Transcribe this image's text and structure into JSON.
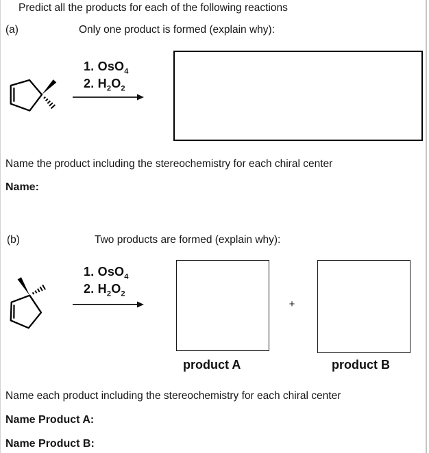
{
  "colors": {
    "ink": "#151515",
    "box_border": "#000000",
    "page_edge": "#c6c6c6",
    "background": "#ffffff"
  },
  "header": {
    "title": "Predict all the products for each of the following reactions"
  },
  "section_a": {
    "label": "(a)",
    "prompt": "Only one product is formed (explain why):",
    "reagent_lines": [
      [
        {
          "t": "1. OsO"
        },
        {
          "t": "4",
          "sub": true
        }
      ],
      [
        {
          "t": "2. H"
        },
        {
          "t": "2",
          "sub": true
        },
        {
          "t": "O"
        },
        {
          "t": "2",
          "sub": true
        }
      ]
    ],
    "instruction": "Name the product including the stereochemistry for each chiral center",
    "name_label": "Name:"
  },
  "section_b": {
    "label": "(b)",
    "prompt": "Two products are formed (explain why):",
    "reagent_lines": [
      [
        {
          "t": "1. OsO"
        },
        {
          "t": "4",
          "sub": true
        }
      ],
      [
        {
          "t": "2. H"
        },
        {
          "t": "2",
          "sub": true
        },
        {
          "t": "O"
        },
        {
          "t": "2",
          "sub": true
        }
      ]
    ],
    "plus_sign": "+",
    "product_a_label": "product A",
    "product_b_label": "product B",
    "instruction": "Name each product including the stereochemistry for each chiral center",
    "name_a_label": "Name Product A:",
    "name_b_label": "Name Product B:"
  }
}
